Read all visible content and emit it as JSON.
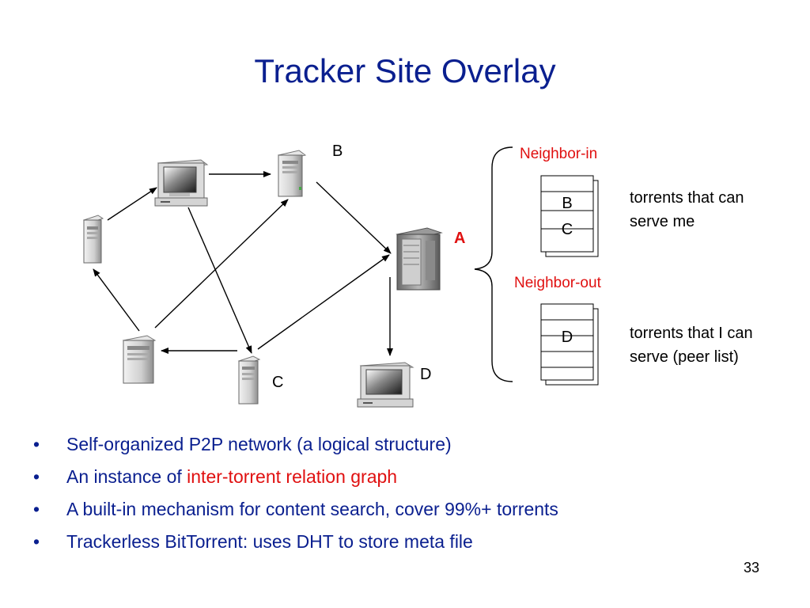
{
  "slide": {
    "title": "Tracker Site Overlay",
    "page_number": "33"
  },
  "diagram": {
    "node_labels": {
      "a": "A",
      "b": "B",
      "c": "C",
      "d": "D"
    },
    "neighbor_in": {
      "heading": "Neighbor-in",
      "entries": [
        "B",
        "C"
      ],
      "description_line1": "torrents that can",
      "description_line2": "serve me"
    },
    "neighbor_out": {
      "heading": "Neighbor-out",
      "entries": [
        "D"
      ],
      "description_line1": "torrents that I can",
      "description_line2": "serve (peer list)"
    }
  },
  "bullets": [
    {
      "text": "Self-organized P2P network (a logical structure)",
      "highlight": ""
    },
    {
      "text": "An instance of ",
      "highlight": "inter-torrent relation graph"
    },
    {
      "text": "A built-in mechanism for content search, cover 99%+ torrents",
      "highlight": ""
    },
    {
      "text": "Trackerless BitTorrent: uses DHT to store meta file",
      "highlight": ""
    }
  ],
  "colors": {
    "title": "#0a1f8f",
    "highlight": "#e01010"
  }
}
